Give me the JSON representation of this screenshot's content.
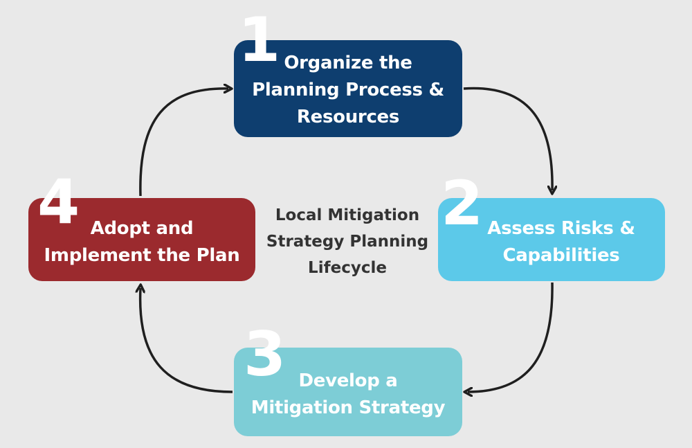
{
  "diagram": {
    "center_title": "Local Mitigation\nStrategy Planning\nLifecycle",
    "steps": [
      {
        "number": "1",
        "label": "Organize the\nPlanning Process &\nResources",
        "color": "#0e3e6f"
      },
      {
        "number": "2",
        "label": "Assess Risks &\nCapabilities",
        "color": "#5cc9e9"
      },
      {
        "number": "3",
        "label": "Develop a\nMitigation Strategy",
        "color": "#7dcdd6"
      },
      {
        "number": "4",
        "label": "Adopt and\nImplement the Plan",
        "color": "#9b2a2e"
      }
    ]
  }
}
